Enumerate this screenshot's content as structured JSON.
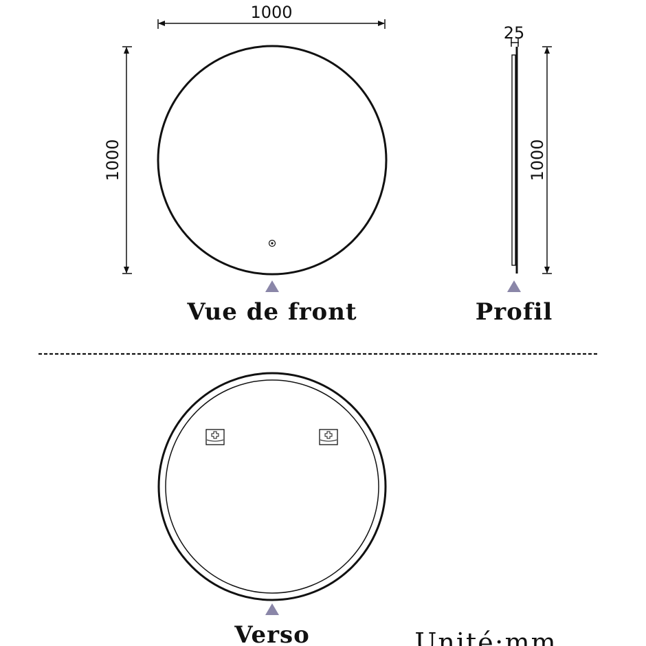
{
  "front_view": {
    "width_dim": "1000",
    "height_dim": "1000",
    "label": "Vue de front"
  },
  "profile_view": {
    "depth_dim": "25",
    "height_dim": "1000",
    "label": "Profil"
  },
  "back_view": {
    "label": "Verso"
  },
  "unit_label": "Unité:mm",
  "colors": {
    "line": "#111111",
    "marker": "#8a86a8"
  }
}
